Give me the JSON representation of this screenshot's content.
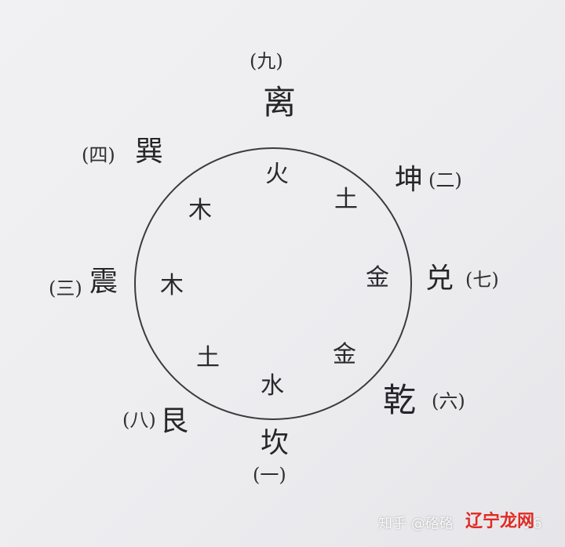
{
  "diagram": {
    "trigrams": {
      "li": {
        "name": "离",
        "number": "(九)"
      },
      "kun": {
        "name": "坤",
        "number": "(二)"
      },
      "dui": {
        "name": "兑",
        "number": "(七)"
      },
      "qian": {
        "name": "乾",
        "number": "(六)"
      },
      "kan": {
        "name": "坎",
        "number": "(一)"
      },
      "gen": {
        "name": "艮",
        "number": "(八)"
      },
      "zhen": {
        "name": "震",
        "number": "(三)"
      },
      "xun": {
        "name": "巽",
        "number": "(四)"
      }
    },
    "elements": {
      "south": "火",
      "southwest": "土",
      "west": "金",
      "northwest": "金",
      "north": "水",
      "northeast": "土",
      "east": "木",
      "southeast": "木"
    }
  },
  "watermark": {
    "text": "知乎 @硌硌",
    "suffix": "56",
    "stamp": "辽宁龙网"
  }
}
